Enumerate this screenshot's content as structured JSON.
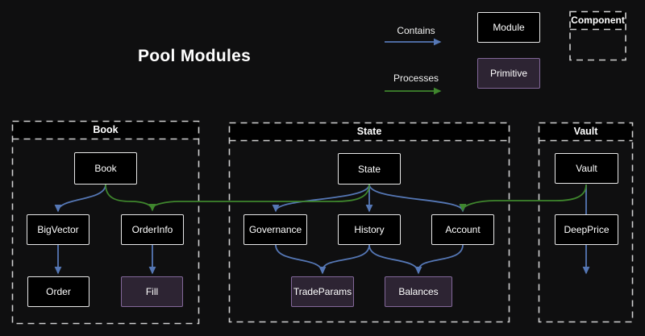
{
  "title": "Pool Modules",
  "legend": {
    "contains_label": "Contains",
    "processes_label": "Processes",
    "module_label": "Module",
    "primitive_label": "Primitive",
    "component_label": "Component"
  },
  "colors": {
    "background": "#0f0f10",
    "contains_arrow": "#5577b5",
    "processes_arrow": "#3f862d",
    "module_fill": "#000000",
    "module_border": "#e8e8e8",
    "primitive_fill": "#2d2433",
    "primitive_border": "#83689a",
    "container_border": "#cfcfcf"
  },
  "containers": {
    "book": {
      "title": "Book"
    },
    "state": {
      "title": "State"
    },
    "vault": {
      "title": "Vault"
    }
  },
  "nodes": {
    "book": "Book",
    "bigvector": "BigVector",
    "orderinfo": "OrderInfo",
    "order": "Order",
    "fill": "Fill",
    "state": "State",
    "governance": "Governance",
    "history": "History",
    "account": "Account",
    "tradeparams": "TradeParams",
    "balances": "Balances",
    "vault": "Vault",
    "deepprice": "DeepPrice"
  },
  "edges": [
    {
      "from": "Book",
      "to": "BigVector",
      "type": "contains"
    },
    {
      "from": "BigVector",
      "to": "Order",
      "type": "contains"
    },
    {
      "from": "OrderInfo",
      "to": "Fill",
      "type": "contains"
    },
    {
      "from": "State",
      "to": "Governance",
      "type": "contains"
    },
    {
      "from": "State",
      "to": "History",
      "type": "contains"
    },
    {
      "from": "State",
      "to": "Account",
      "type": "contains"
    },
    {
      "from": "Governance",
      "to": "TradeParams",
      "type": "contains"
    },
    {
      "from": "History",
      "to": "TradeParams",
      "type": "contains"
    },
    {
      "from": "History",
      "to": "Balances",
      "type": "contains"
    },
    {
      "from": "Account",
      "to": "Balances",
      "type": "contains"
    },
    {
      "from": "Vault",
      "to": "DeepPrice",
      "type": "contains"
    },
    {
      "from": "Book",
      "to": "OrderInfo",
      "type": "processes"
    },
    {
      "from": "State",
      "to": "OrderInfo",
      "type": "processes"
    },
    {
      "from": "Vault",
      "to": "Account",
      "type": "processes"
    }
  ]
}
